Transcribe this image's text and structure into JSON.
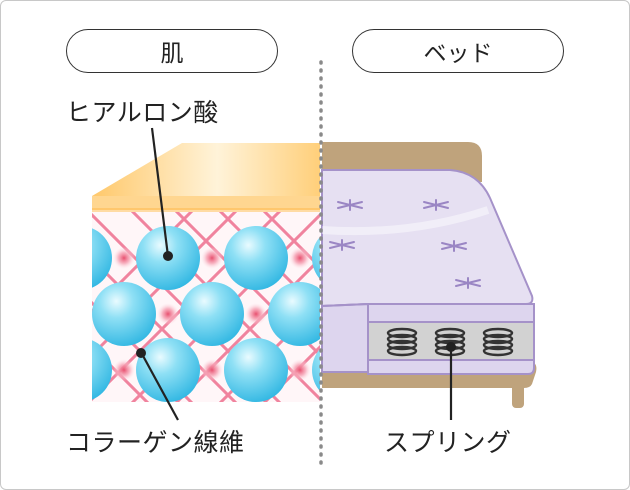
{
  "headers": {
    "left": "肌",
    "right": "ベッド"
  },
  "labels": {
    "hyaluronic_acid": "ヒアルロン酸",
    "collagen_fiber": "コラーゲン線維",
    "spring": "スプリング"
  },
  "colors": {
    "skin_top": "#ffd98a",
    "sphere": "#4cc9ec",
    "fiber": "#ee6f8f",
    "mattress": "#e6e0f2",
    "mattress_outline": "#a592c9",
    "bed_frame": "#bfa37c",
    "divider": "#8a8a8a",
    "line": "#222222"
  }
}
